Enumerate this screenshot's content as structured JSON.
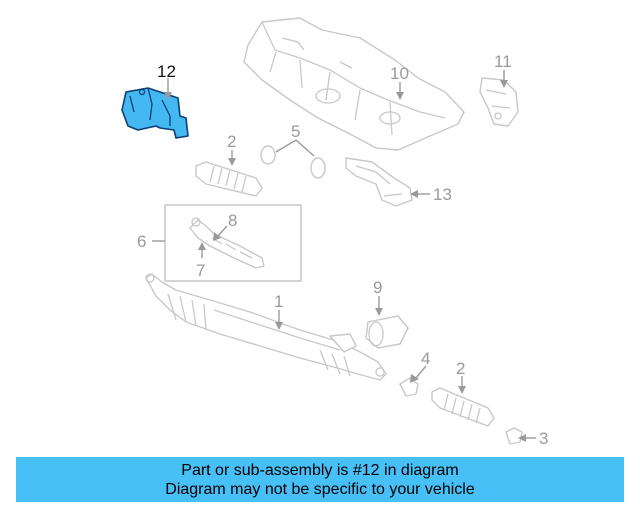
{
  "diagram": {
    "callouts": {
      "c1": "1",
      "c2a": "2",
      "c2b": "2",
      "c3": "3",
      "c4": "4",
      "c5": "5",
      "c6": "6",
      "c7": "7",
      "c8": "8",
      "c9": "9",
      "c10": "10",
      "c11": "11",
      "c12": "12",
      "c13": "13"
    },
    "highlighted_part": "12",
    "colors": {
      "highlight_fill": "#44b8f0",
      "highlight_stroke": "#0c3f78",
      "line": "#c8c8c8",
      "callout": "#9a9a9a",
      "banner": "#47bff7"
    }
  },
  "banner": {
    "line1": "Part or sub-assembly is #12 in diagram",
    "line2": "Diagram may not be specific to your vehicle"
  }
}
